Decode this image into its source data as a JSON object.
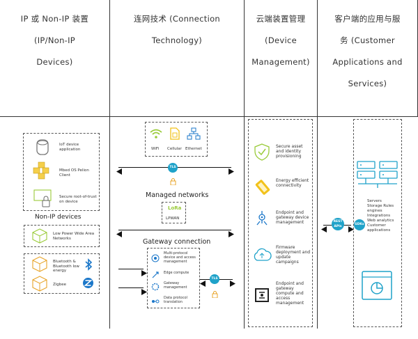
{
  "columns": [
    {
      "lines": [
        "IP 或 Non-IP 装置",
        "(IP/Non-IP",
        "Devices)"
      ]
    },
    {
      "lines": [
        "连网技术 (Connection",
        "Technology)"
      ]
    },
    {
      "lines": [
        "云端装置管理",
        "(Device",
        "Management)"
      ]
    },
    {
      "lines": [
        "客户端的应用与服",
        "务 (Customer",
        "Applications and",
        "Services)"
      ]
    }
  ],
  "ip_devices": {
    "items": [
      {
        "label": "IoT device application"
      },
      {
        "label": "Mbed OS Pelion Client"
      },
      {
        "label": "Secure root-of-trust on device"
      }
    ]
  },
  "non_ip": {
    "title": "Non-IP devices",
    "items": [
      {
        "label": "Low Power Wide Area Networks"
      },
      {
        "label": "Bluetooth & Bluetooth low energy"
      },
      {
        "label": "Zigbee"
      }
    ]
  },
  "connection": {
    "top_items": [
      "WiFi",
      "Cellular",
      "Ethernet"
    ],
    "tls_label": "TLS",
    "managed_title": "Managed networks",
    "lora_label": "LoRa",
    "lpwan_label": "LPWAN",
    "gateway_title": "Gateway connection",
    "gateway_items": [
      "Multi-protocol device and access management",
      "Edge compute",
      "Gateway management",
      "Data protocol translation"
    ]
  },
  "device_mgmt": {
    "items": [
      "Secure asset and identity provisioning",
      "Energy efficient connectivity",
      "Endpoint and gateway device management",
      "Firmware deployment and update campaigns",
      "Endpoint and gateway compute and access management"
    ]
  },
  "customer": {
    "rest_label": "REST APIs",
    "sdks_label": "SDKs",
    "services_text": "Servers Storage Rules engines Integrations Web analytics Customer applications"
  },
  "colors": {
    "accent": "#1fa2c9",
    "icon_green": "#9acb3a",
    "icon_yellow": "#f2c21b"
  }
}
